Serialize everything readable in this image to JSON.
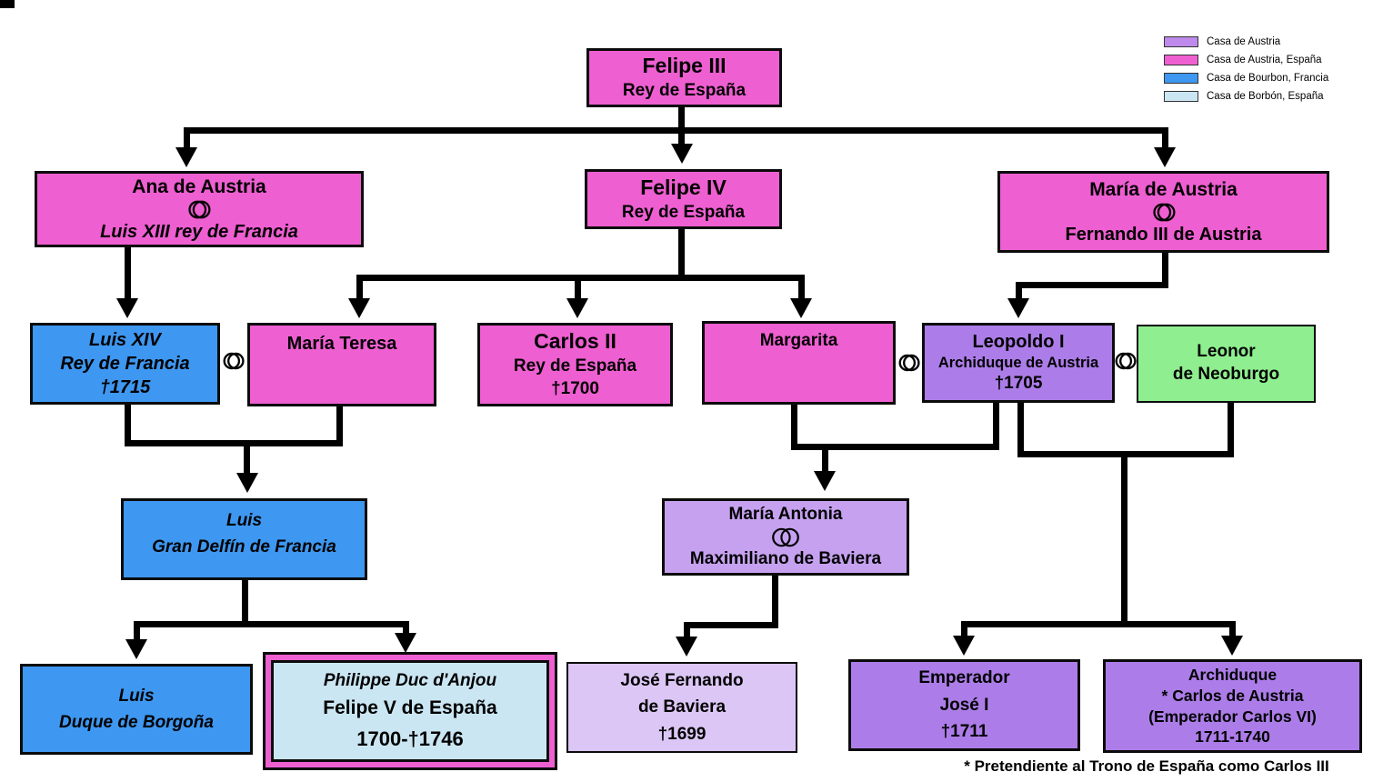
{
  "background": "#FFFFFF",
  "line_color": "#000000",
  "legend": {
    "items": [
      {
        "label": "Casa de Austria",
        "color": "#BE8BEC"
      },
      {
        "label": "Casa de Austria, España",
        "color": "#EE5FD1"
      },
      {
        "label": "Casa de Bourbon, Francia",
        "color": "#3E97F0"
      },
      {
        "label": "Casa de Borbón, España",
        "color": "#CBE6F3"
      }
    ]
  },
  "nodes": {
    "felipe3": {
      "lines": [
        "Felipe III",
        "Rey de España"
      ],
      "color": "#EE5FD1"
    },
    "ana": {
      "lines": [
        "Ana de Austria",
        "Luis XIII rey de Francia"
      ],
      "color": "#EE5FD1"
    },
    "felipe4": {
      "lines": [
        "Felipe IV",
        "Rey de España"
      ],
      "color": "#EE5FD1"
    },
    "maria_austria": {
      "lines": [
        "María de Austria",
        "Fernando III de Austria"
      ],
      "color": "#EE5FD1"
    },
    "luis14": {
      "lines": [
        "Luis XIV",
        "Rey de Francia",
        "†1715"
      ],
      "color": "#3E97F0"
    },
    "maria_teresa": {
      "lines": [
        "María Teresa"
      ],
      "color": "#EE5FD1"
    },
    "carlos2": {
      "lines": [
        "Carlos II",
        "Rey de España",
        "†1700"
      ],
      "color": "#EE5FD1"
    },
    "margarita": {
      "lines": [
        "Margarita"
      ],
      "color": "#EE5FD1"
    },
    "leopoldo1": {
      "lines": [
        "Leopoldo I",
        "Archiduque de Austria",
        "†1705"
      ],
      "color": "#AC7DE8"
    },
    "leonor": {
      "lines": [
        "Leonor",
        "de Neoburgo"
      ],
      "color": "#8FEE8F"
    },
    "gran_delfin": {
      "lines": [
        "Luis",
        "Gran Delfín de Francia"
      ],
      "color": "#3E97F0"
    },
    "maria_antonia": {
      "lines": [
        "María Antonia",
        "Maximiliano de Baviera"
      ],
      "color": "#C6A1F0"
    },
    "borgona": {
      "lines": [
        "Luis",
        "Duque de Borgoña"
      ],
      "color": "#3E97F0"
    },
    "philippe": {
      "lines": [
        "Philippe Duc d'Anjou",
        "Felipe V de España",
        "1700-†1746"
      ],
      "color": "#CBE6F3",
      "border_accent": "#EE5FD1"
    },
    "jose_fernando": {
      "lines": [
        "José Fernando",
        "de Baviera",
        "†1699"
      ],
      "color": "#DCC6F5"
    },
    "jose1": {
      "lines": [
        "Emperador",
        "José I",
        "†1711"
      ],
      "color": "#AC7DE8"
    },
    "carlos6": {
      "lines": [
        "Archiduque",
        "* Carlos de Austria",
        "(Emperador Carlos VI)",
        "1711-1740"
      ],
      "color": "#AC7DE8"
    }
  },
  "relations": {
    "marriages_between_boxes": [
      [
        "Luis XIV",
        "María Teresa"
      ],
      [
        "Margarita",
        "Leopoldo I"
      ],
      [
        "Leopoldo I",
        "Leonor de Neoburgo"
      ]
    ],
    "descents": [
      [
        "Felipe III",
        [
          "Ana de Austria",
          "Felipe IV",
          "María de Austria"
        ]
      ],
      [
        "Ana de Austria",
        [
          "Luis XIV"
        ]
      ],
      [
        "Felipe IV",
        [
          "María Teresa",
          "Carlos II",
          "Margarita"
        ]
      ],
      [
        "María de Austria",
        [
          "Leopoldo I"
        ]
      ],
      [
        "Luis XIV + María Teresa",
        [
          "Luis Gran Delfín de Francia"
        ]
      ],
      [
        "Margarita + Leopoldo I",
        [
          "María Antonia"
        ]
      ],
      [
        "Leopoldo I + Leonor de Neoburgo",
        [
          "Emperador José I",
          "Archiduque Carlos de Austria"
        ]
      ],
      [
        "Luis Gran Delfín de Francia",
        [
          "Luis Duque de Borgoña",
          "Philippe Duc d'Anjou"
        ]
      ],
      [
        "María Antonia",
        [
          "José Fernando de Baviera"
        ]
      ]
    ]
  },
  "footnote": "* Pretendiente al Trono de España como Carlos III"
}
